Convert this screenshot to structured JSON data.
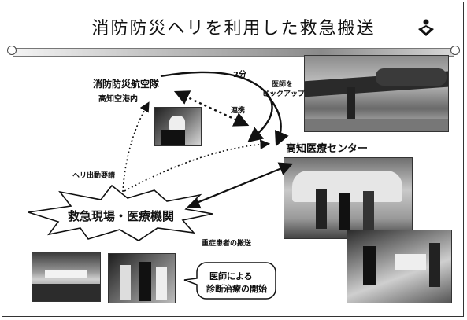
{
  "title": "消防防災ヘリを利用した救急搬送",
  "nodes": {
    "air_unit": "消防防災航空隊",
    "airport": "高知空港内",
    "medical_center": "高知医療センター",
    "scene": "救急現場・医療機関"
  },
  "labels": {
    "two_min": "2分",
    "pickup_doctor": [
      "医師を",
      "ピックアップ"
    ],
    "cooperation": "連携",
    "heli_request": "ヘリ出動要請",
    "severe_transport": "重症患者の搬送"
  },
  "callout": {
    "line1": "医師による",
    "line2": "診断治療の開始"
  }
}
